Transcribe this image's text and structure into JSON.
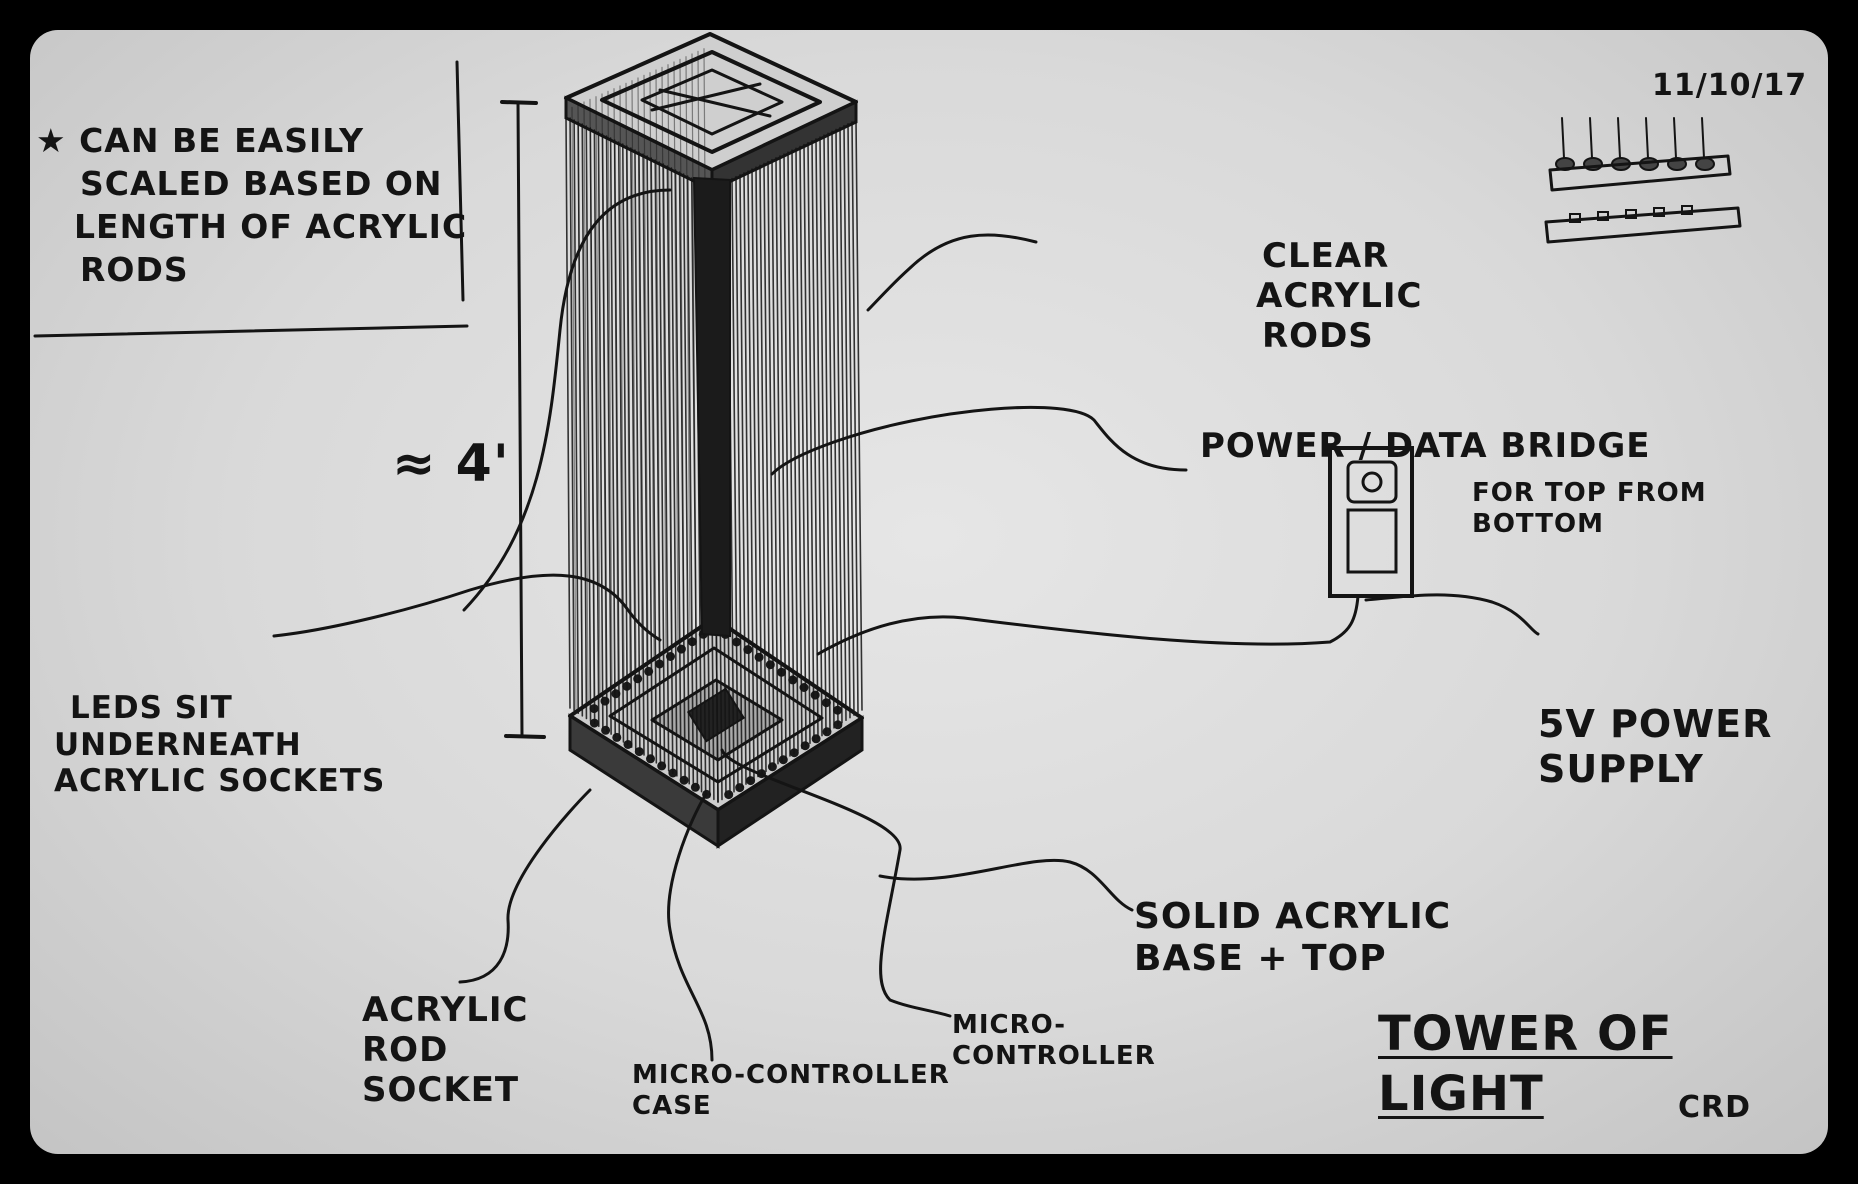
{
  "sketch": {
    "date": "11/10/17",
    "scaling_note": [
      "★ CAN BE EASILY",
      "SCALED BASED ON",
      "LENGTH OF ACRYLIC",
      "RODS"
    ],
    "height_label": "≈ 4'",
    "clear_rods": [
      "CLEAR",
      "ACRYLIC",
      "RODS"
    ],
    "power_bridge": [
      "POWER / DATA BRIDGE",
      "FOR TOP FROM",
      "BOTTOM"
    ],
    "leds": [
      "LEDS SIT",
      "UNDERNEATH",
      "ACRYLIC SOCKETS"
    ],
    "power_supply": [
      "5v POWER",
      "SUPPLY"
    ],
    "base_top": [
      "SOLID ACRYLIC",
      "BASE + TOP"
    ],
    "rod_socket": [
      "ACRYLIC",
      "ROD",
      "SOCKET"
    ],
    "mc_case": [
      "MICRO-CONTROLLER",
      "CASE"
    ],
    "mc": [
      "MICRO-",
      "CONTROLLER"
    ],
    "title": [
      "TOWER OF",
      "LIGHT"
    ],
    "initials": "CRD"
  },
  "colors": {
    "ink": "#141414",
    "paper": "#dcdcdc",
    "frame": "#000000"
  }
}
